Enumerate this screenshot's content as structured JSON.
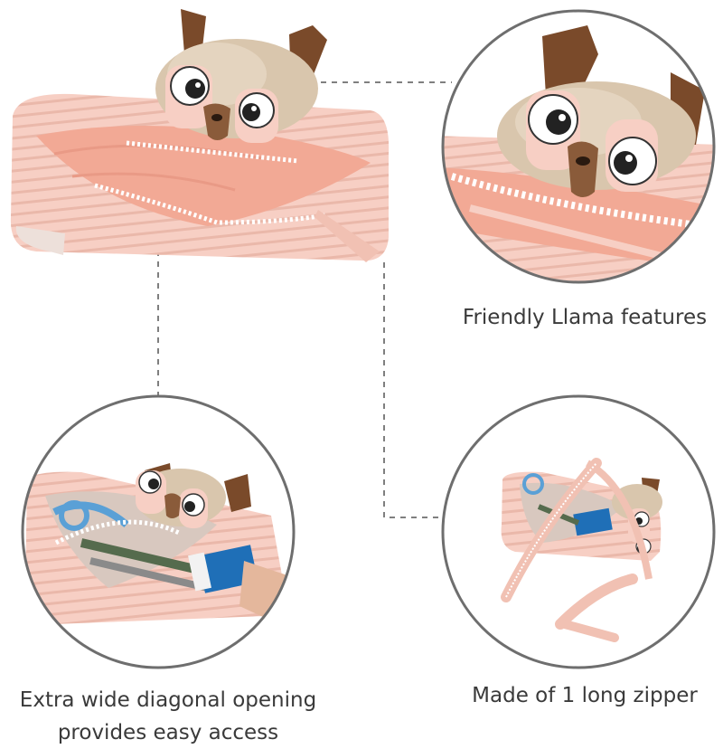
{
  "captions": {
    "llama_features": "Friendly Llama features",
    "zipper": "Made of 1 long zipper",
    "opening_line1": "Extra wide diagonal opening",
    "opening_line2": "provides easy access"
  },
  "colors": {
    "background": "#ffffff",
    "pouch_pink": "#f7cfc4",
    "pouch_shadow": "#e9b5a6",
    "inner_lining": "#f2a995",
    "fur": "#d9c6ad",
    "ear_brown": "#7a4a2a",
    "zipper_teeth": "#ffffff",
    "circle_border": "#6e6e6e",
    "leader_line": "#555555",
    "caption_text": "#3a3a3a"
  }
}
